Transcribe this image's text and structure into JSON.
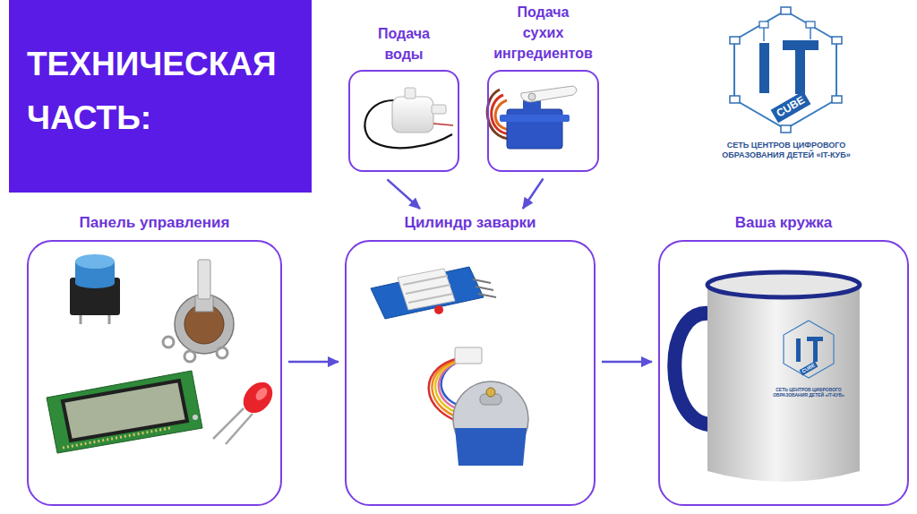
{
  "diagram": {
    "title": "ТЕХНИЧЕСКАЯ ЧАСТЬ:",
    "nodes": [
      {
        "text": [
          "Подача воды"
        ]
      },
      {
        "text": [
          "Подача сухих ингредиентов"
        ]
      },
      {
        "text": [
          "Панель управления"
        ]
      },
      {
        "text": [
          "Цилиндр заварки"
        ]
      },
      {
        "text": [
          "Ваша кружка"
        ]
      }
    ],
    "edges": [
      {
        "from": 0,
        "to": 3,
        "arrow": "to"
      },
      {
        "from": 1,
        "to": 3,
        "arrow": "to"
      },
      {
        "from": 2,
        "to": 3,
        "arrow": "to"
      },
      {
        "from": 3,
        "to": 4,
        "arrow": "to"
      }
    ],
    "labels": [
      "CUBE",
      "СЕТЬ ЦЕНТРОВ ЦИФРОВОГО ОБРАЗОВАНИЯ ДЕТЕЙ «IT-КУБ»",
      "CUBE",
      "СЕТЬ ЦЕНТРОВ ЦИФРОВОГО ОБРАЗОВАНИЯ ДЕТЕЙ «IT-КУБ»"
    ]
  }
}
